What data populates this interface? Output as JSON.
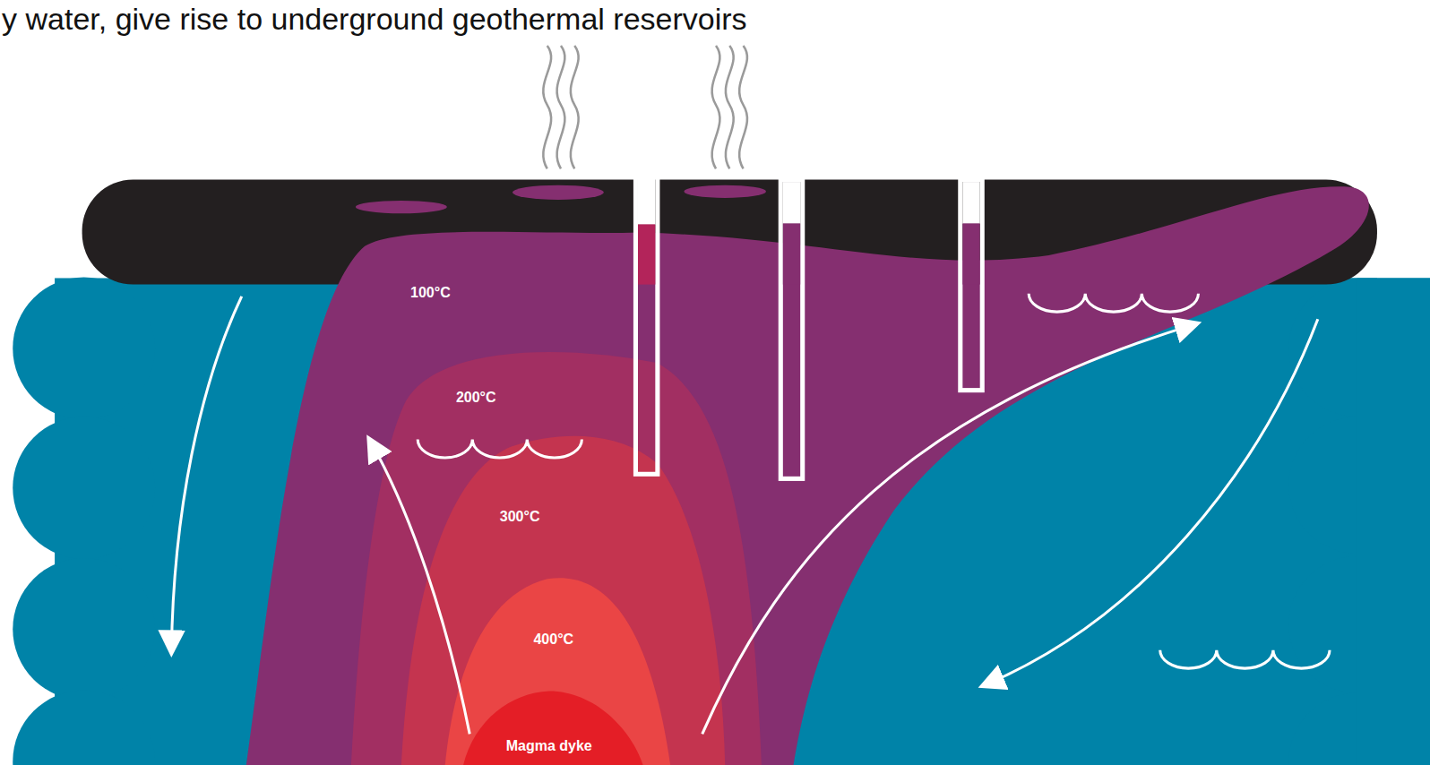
{
  "diagram": {
    "labels": [
      "y water, give rise to underground geothermal reservoirs",
      "100°C",
      "200°C",
      "300°C",
      "400°C",
      "Magma dyke"
    ]
  }
}
